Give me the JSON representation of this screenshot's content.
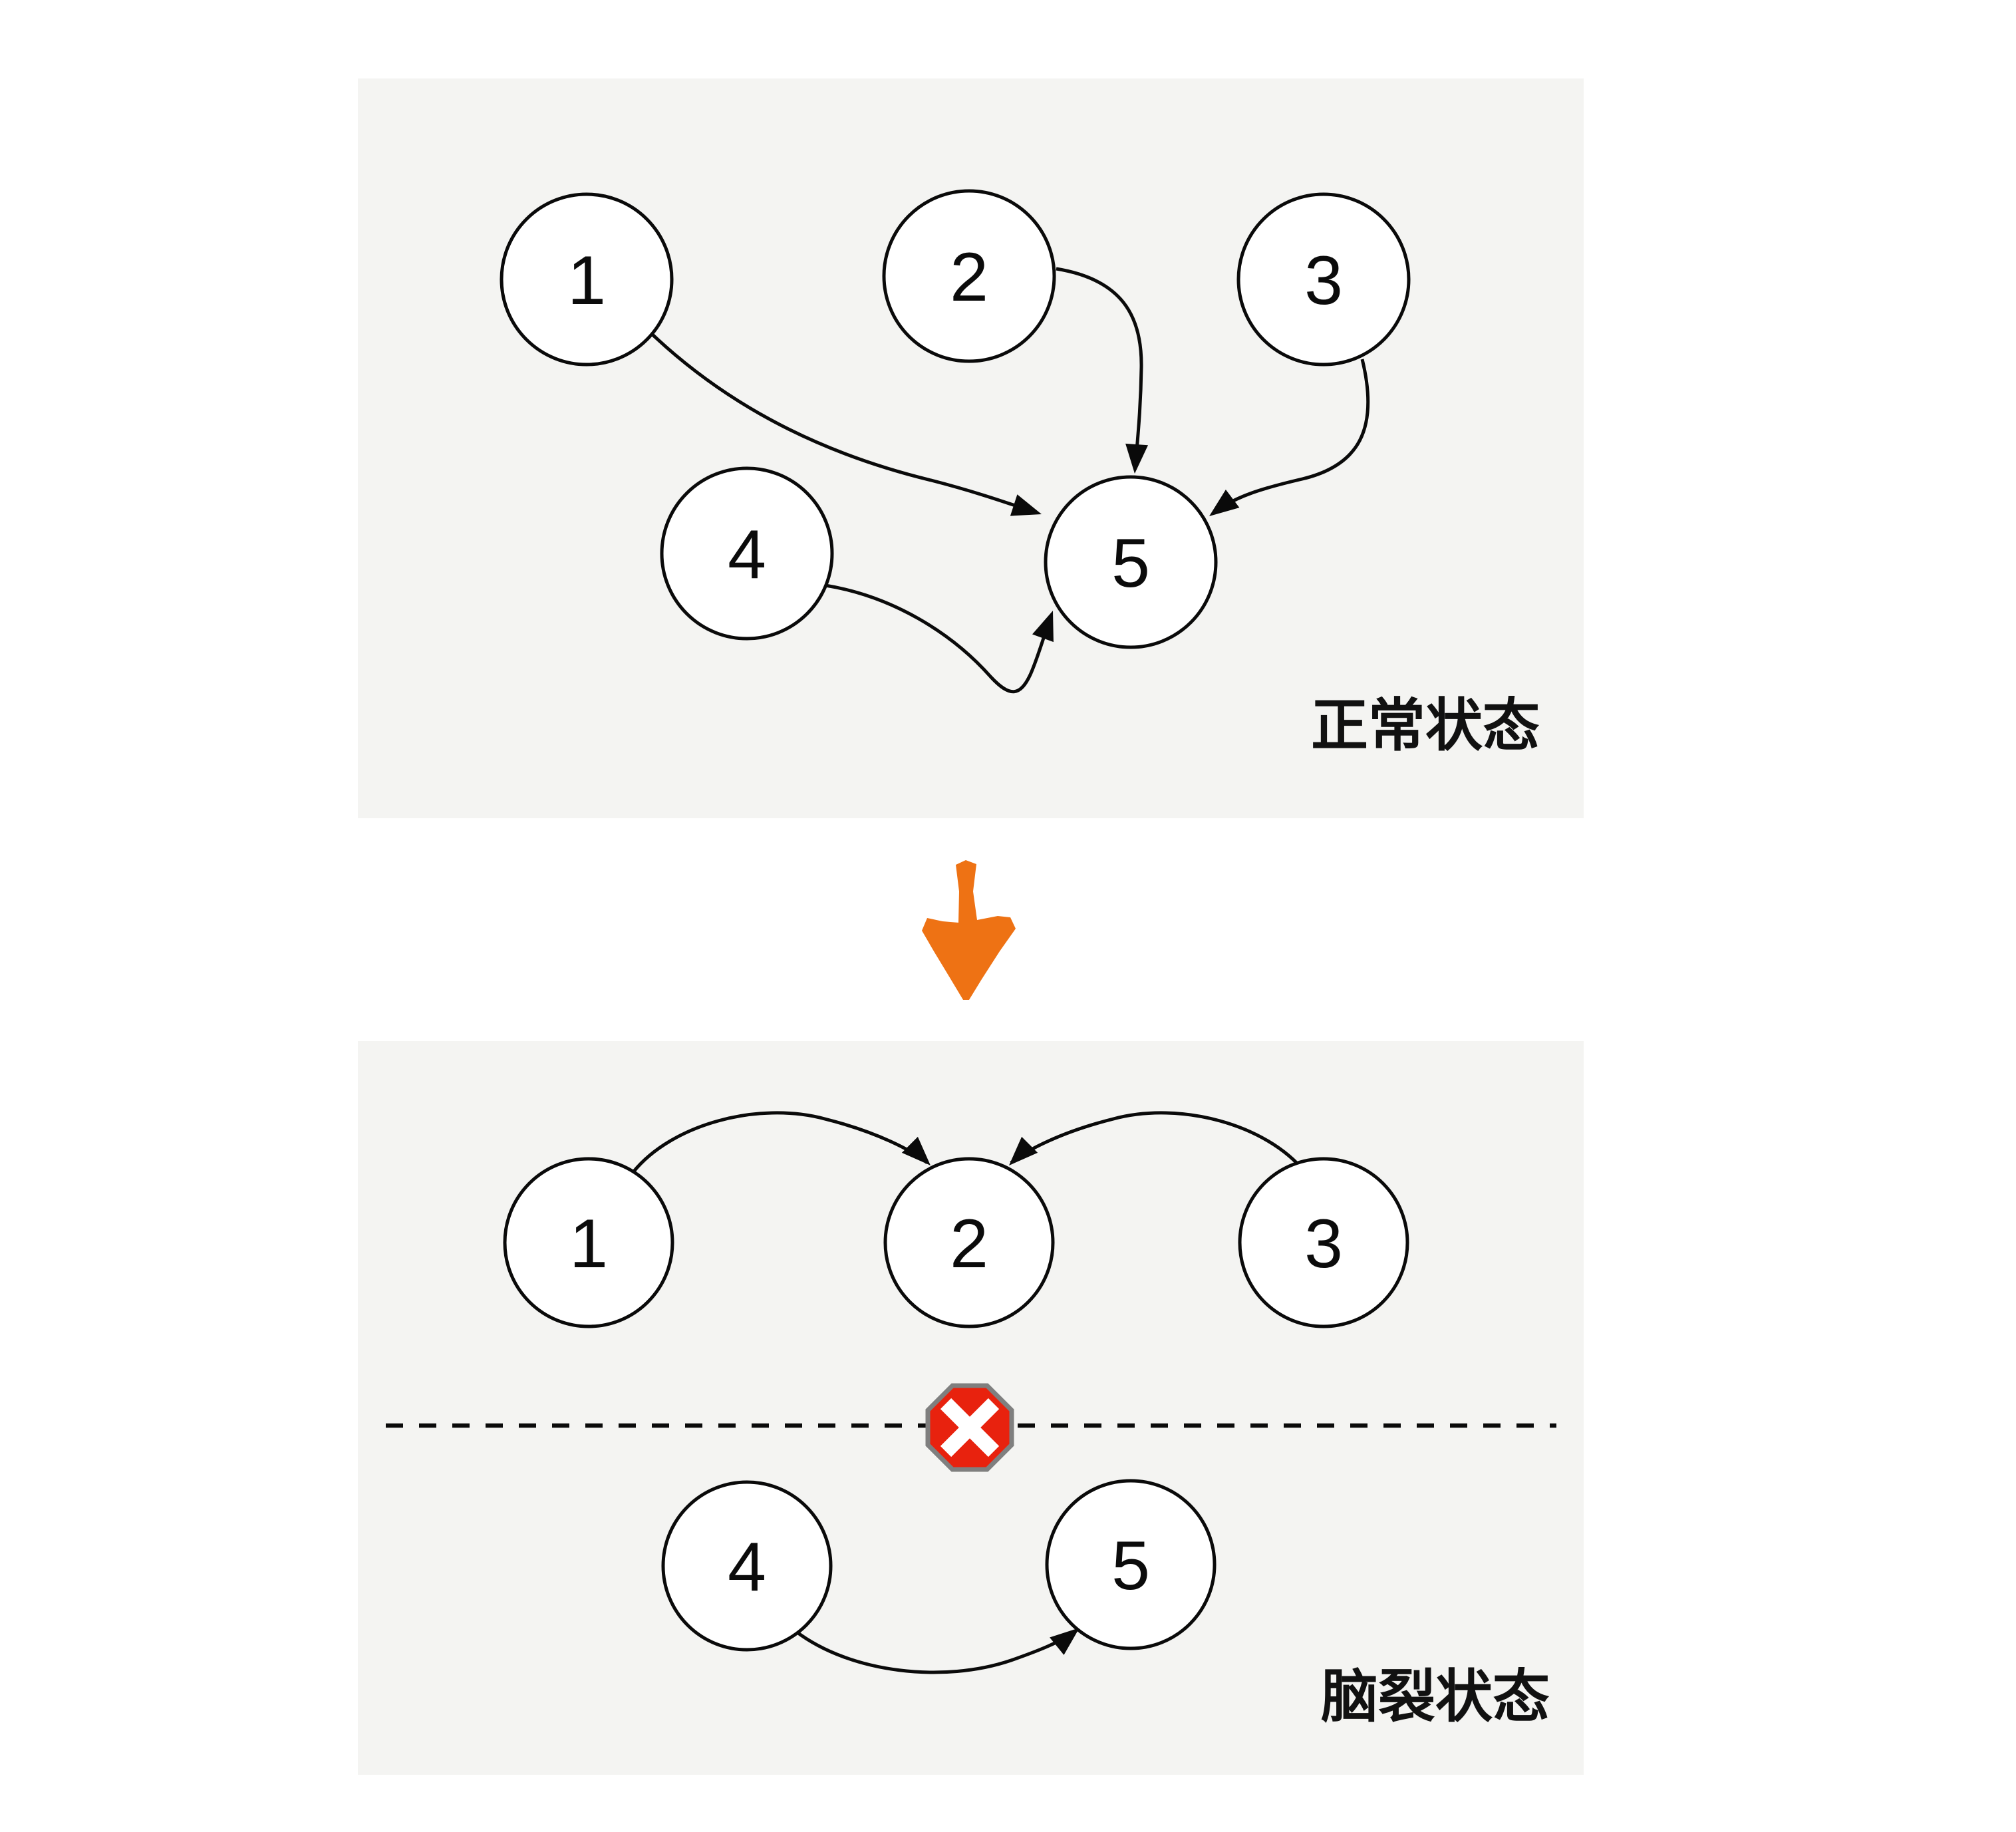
{
  "page": {
    "background": "#ffffff"
  },
  "colors": {
    "panel_background": "#f4f4f2",
    "node_fill": "#ffffff",
    "leader_node_fill": "#faca85",
    "outline": "#0a0a0a",
    "transition_arrow": "#ee7214",
    "stop_sign_fill": "#e8220e",
    "stop_sign_border": "#7f7f7f",
    "stop_sign_x": "#ffffff"
  },
  "top_panel": {
    "caption": "正常状态",
    "nodes": [
      {
        "label": "1",
        "highlighted": false
      },
      {
        "label": "2",
        "highlighted": false
      },
      {
        "label": "3",
        "highlighted": false
      },
      {
        "label": "4",
        "highlighted": false
      },
      {
        "label": "5",
        "highlighted": true
      }
    ]
  },
  "transition": {
    "icon": "crayon-down-arrow-icon"
  },
  "bottom_panel": {
    "caption": "脑裂状态",
    "partition_top_nodes": [
      {
        "label": "1",
        "highlighted": false
      },
      {
        "label": "2",
        "highlighted": true
      },
      {
        "label": "3",
        "highlighted": false
      }
    ],
    "partition_bottom_nodes": [
      {
        "label": "4",
        "highlighted": false
      },
      {
        "label": "5",
        "highlighted": true
      }
    ],
    "partition_icon": "stop-x-icon"
  }
}
